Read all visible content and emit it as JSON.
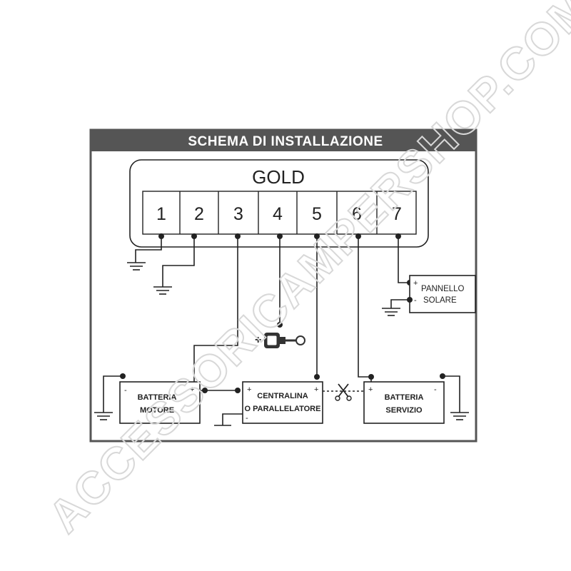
{
  "title": "SCHEMA DI INSTALLAZIONE",
  "device_name": "GOLD",
  "terminals": [
    "1",
    "2",
    "3",
    "4",
    "5",
    "6",
    "7"
  ],
  "components": {
    "battery_engine": {
      "line1": "BATTERIA",
      "line2": "MOTORE",
      "plus": "+",
      "minus": "-"
    },
    "controller": {
      "line1": "CENTRALINA",
      "line2": "O PARALLELATORE",
      "plus_left": "+",
      "plus_right": "+",
      "minus": "-"
    },
    "battery_service": {
      "line1": "BATTERIA",
      "line2": "SERVIZIO",
      "plus": "+",
      "minus": "-"
    },
    "solar_panel": {
      "line1": "PANNELLO",
      "line2": "SOLARE",
      "plus": "+",
      "minus": "-"
    }
  },
  "ignition_plus": "+",
  "watermark": "ACCESSORICAMPERSHOP.COM",
  "colors": {
    "header_bg": "#555555",
    "frame": "#555555",
    "line": "#222222",
    "watermark": "#d8d8d8"
  },
  "icons": [
    "ignition-key-icon",
    "scissors-cut-icon",
    "ground-symbol-icon"
  ]
}
